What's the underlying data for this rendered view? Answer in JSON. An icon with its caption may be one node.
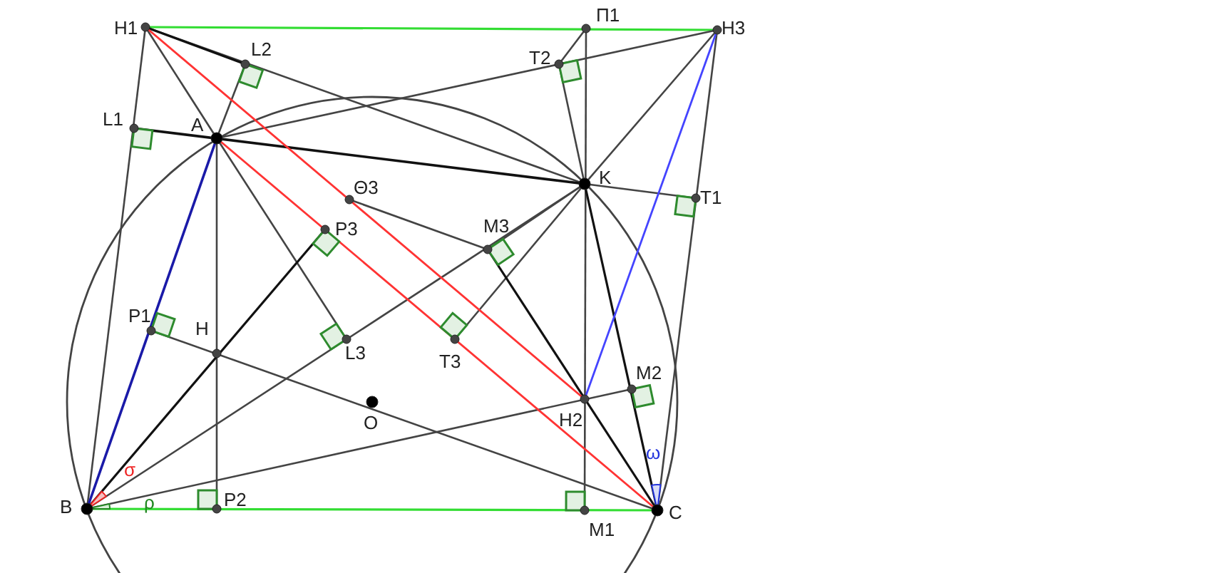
{
  "diagram": {
    "labels": [
      "H1",
      "L2",
      "L1",
      "A",
      "Θ3",
      "P3",
      "Π1",
      "T2",
      "H3",
      "K",
      "T1",
      "M3",
      "P1",
      "H",
      "L3",
      "T3",
      "O",
      "H2",
      "M2",
      "B",
      "σ",
      "ρ",
      "P2",
      "M1",
      "C",
      "ω"
    ]
  }
}
